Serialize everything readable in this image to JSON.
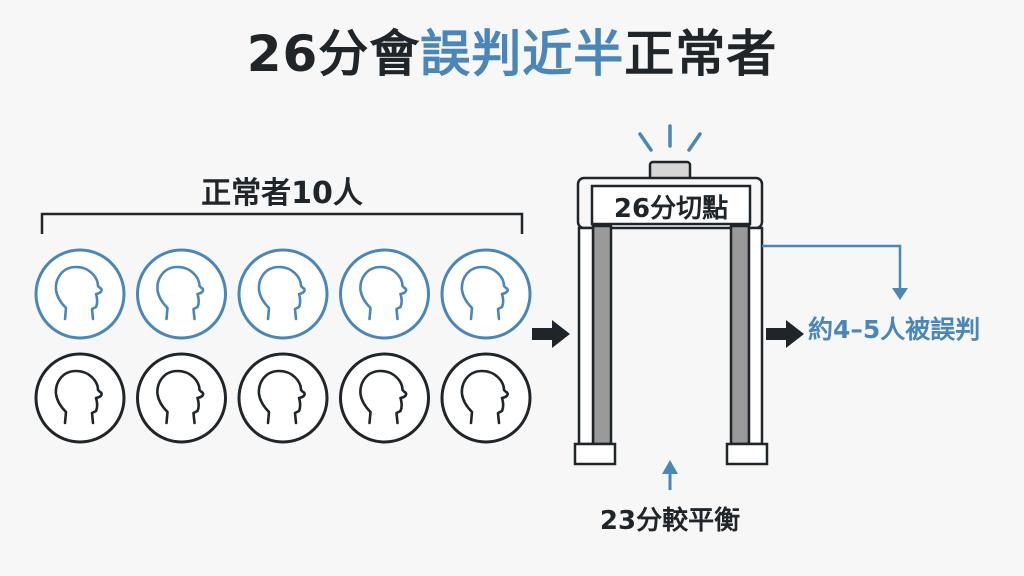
{
  "title": {
    "part1": "26分會",
    "part2": "誤判近半",
    "part3": "正常者"
  },
  "group": {
    "label": "正常者10人",
    "people": [
      {
        "row": 1,
        "status": "misjudged"
      },
      {
        "row": 1,
        "status": "misjudged"
      },
      {
        "row": 1,
        "status": "misjudged"
      },
      {
        "row": 1,
        "status": "misjudged"
      },
      {
        "row": 1,
        "status": "misjudged"
      },
      {
        "row": 2,
        "status": "normal"
      },
      {
        "row": 2,
        "status": "normal"
      },
      {
        "row": 2,
        "status": "normal"
      },
      {
        "row": 2,
        "status": "normal"
      },
      {
        "row": 2,
        "status": "normal"
      }
    ]
  },
  "gate": {
    "label": "26分切點"
  },
  "outcome": {
    "label": "約4–5人被誤判"
  },
  "balance": {
    "label": "23分較平衡"
  },
  "colors": {
    "accent": "#4a86b7",
    "dark": "#1f2529",
    "background": "#f7f7f7",
    "pillar": "#9a9a9a"
  }
}
